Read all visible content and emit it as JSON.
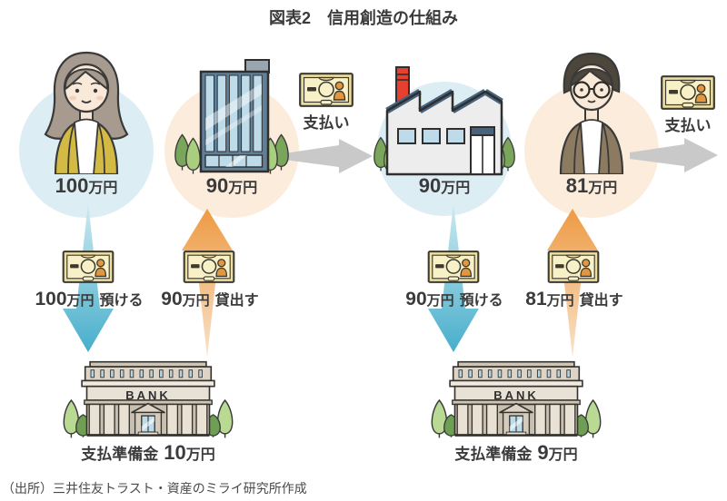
{
  "title": "図表2　信用創造の仕組み",
  "source_note": "（出所）三井住友トラスト・資産のミライ研究所作成",
  "actors": {
    "depositor": {
      "figure": "woman",
      "amount": "100",
      "unit": "万円"
    },
    "company": {
      "figure": "office-building",
      "amount": "90",
      "unit": "万円"
    },
    "factory": {
      "figure": "factory",
      "amount": "90",
      "unit": "万円"
    },
    "borrower": {
      "figure": "man",
      "amount": "81",
      "unit": "万円"
    }
  },
  "payments": {
    "company_to_factory": {
      "label": "支払い"
    },
    "borrower_outward": {
      "label": "支払い"
    }
  },
  "transactions": {
    "deposit1": {
      "amount": "100",
      "unit": "万円",
      "action": "預ける"
    },
    "loan1": {
      "amount": "90",
      "unit": "万円",
      "action": "貸出す"
    },
    "deposit2": {
      "amount": "90",
      "unit": "万円",
      "action": "預ける"
    },
    "loan2": {
      "amount": "81",
      "unit": "万円",
      "action": "貸出す"
    }
  },
  "banks": {
    "first": {
      "sign": "BANK",
      "reserve_label": "支払準備金",
      "reserve_amount": "10",
      "reserve_unit": "万円"
    },
    "second": {
      "sign": "BANK",
      "reserve_label": "支払準備金",
      "reserve_amount": "9",
      "reserve_unit": "万円"
    }
  },
  "colors": {
    "circle_blue": "#dcedf4",
    "circle_peach": "#fcecdb",
    "arrow_teal": "#4fb3cf",
    "arrow_teal_light": "#c9e8ef",
    "arrow_orange": "#ee9c47",
    "arrow_orange_light": "#f8e4cc",
    "arrow_gray": "#c9c9c9",
    "text_dark": "#3b3b3b"
  }
}
